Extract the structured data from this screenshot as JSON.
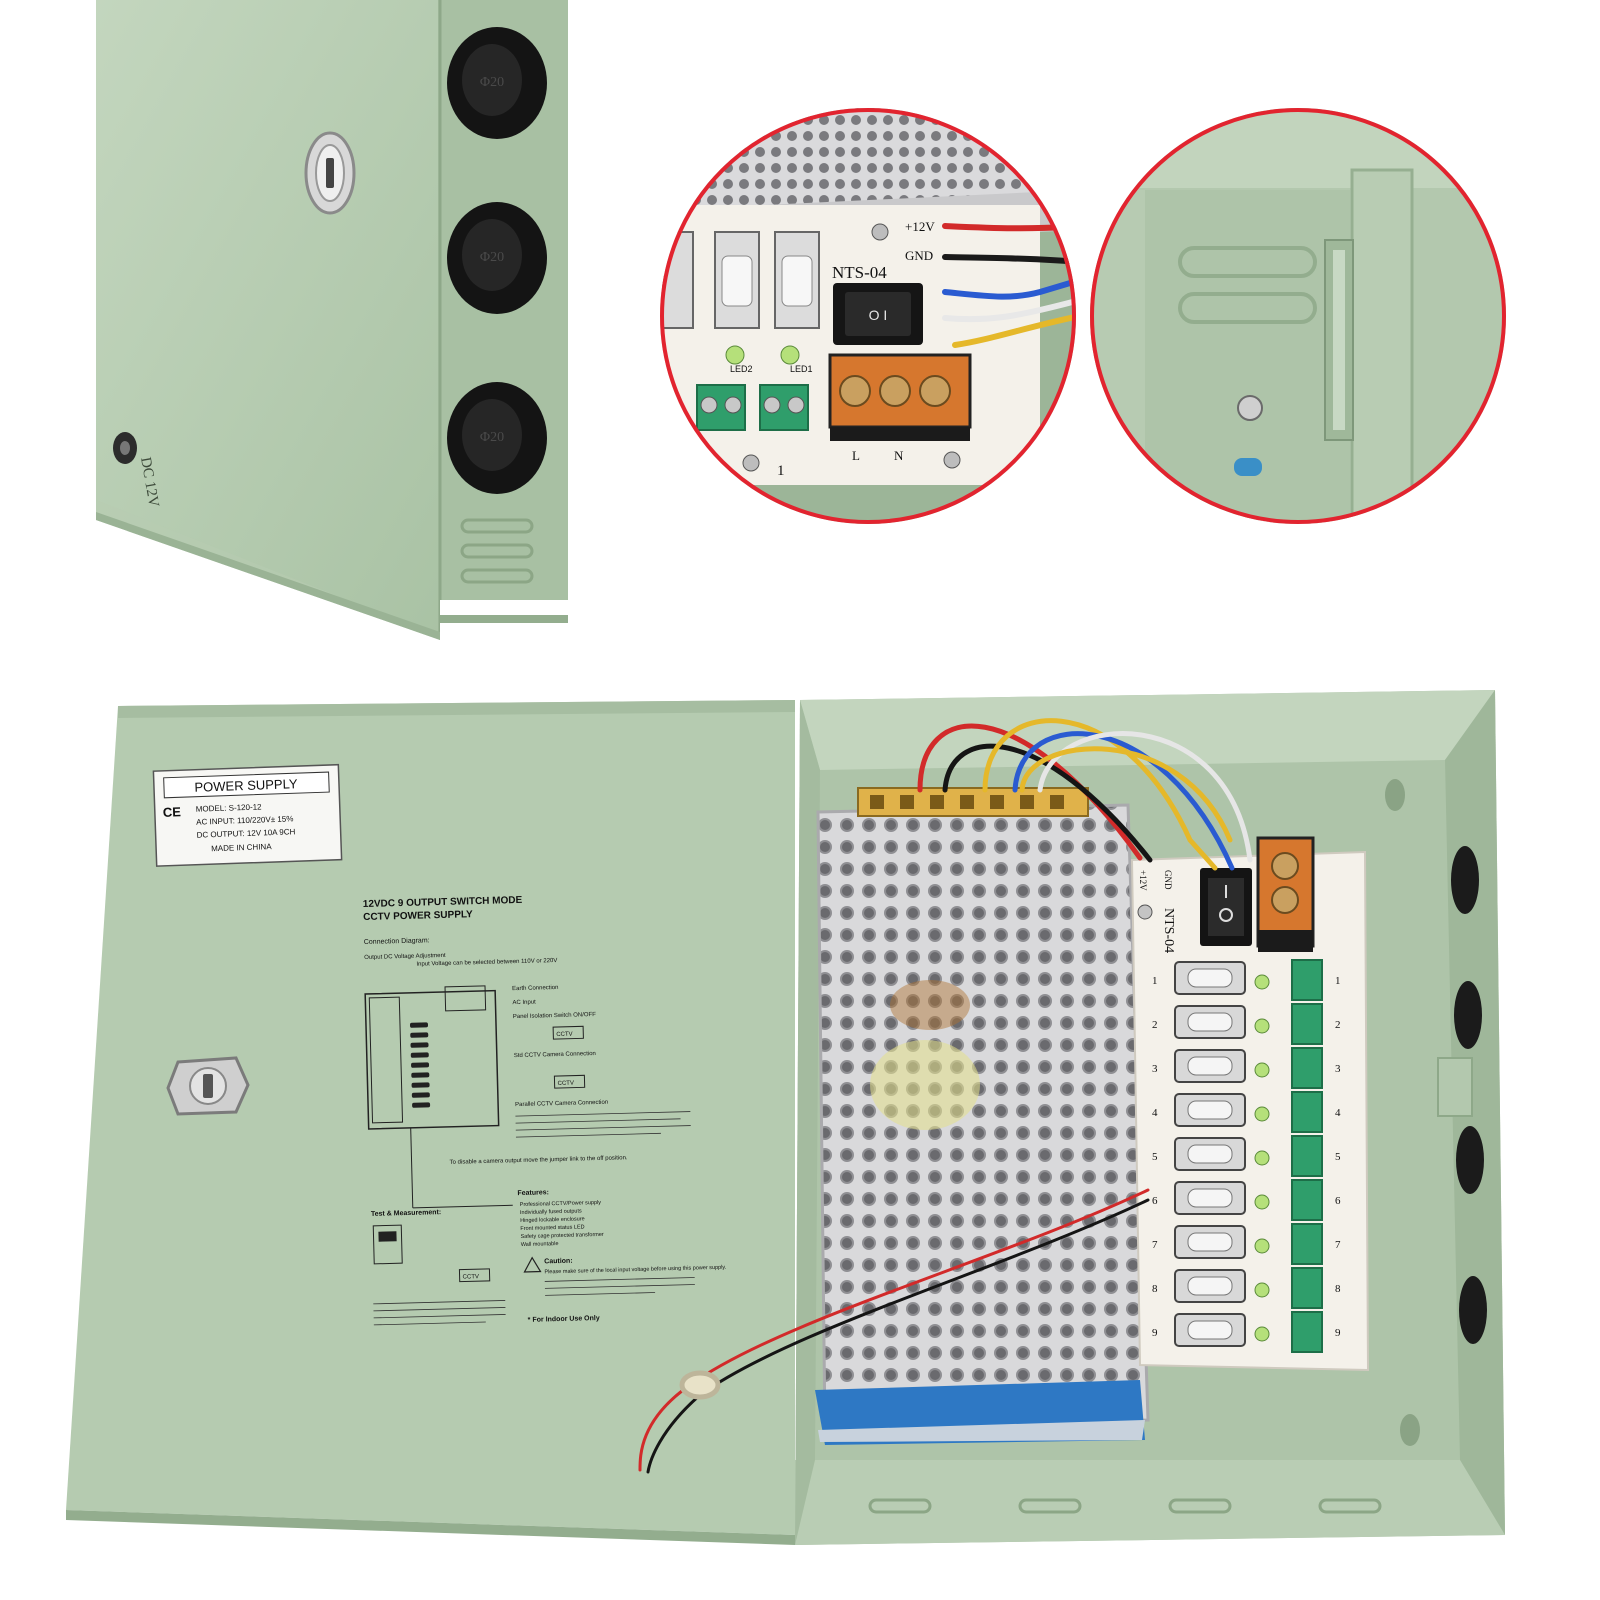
{
  "colors": {
    "box_green": "#b5cbb0",
    "box_green_dark": "#9fb79a",
    "box_green_light": "#c9dac4",
    "highlight_circle": "#e2242f",
    "grommet": "#1c1c1c",
    "pcb": "#f4f1ea",
    "terminal_green": "#2f9e6b",
    "terminal_orange": "#d6772e",
    "mesh_silver": "#d6d6d8"
  },
  "top_left_panel": {
    "port_label": "DC 12V",
    "grommet_labels": [
      "Φ20",
      "Φ20",
      "Φ20"
    ]
  },
  "zoom_board": {
    "model": "NTS-04",
    "wire_plus": "+12V",
    "wire_gnd": "GND",
    "terminal_l": "L",
    "terminal_n": "N",
    "channel_num": "1",
    "led_labels": [
      "LED2",
      "LED1"
    ],
    "switch_symbol": "O  I"
  },
  "zoom_hinge": {},
  "main_box": {
    "label": {
      "title": "POWER SUPPLY",
      "model": "MODEL: S-120-12",
      "ac_input": "AC INPUT: 110/220V± 15%",
      "dc_output": "DC OUTPUT: 12V  10A  9CH",
      "made_in": "MADE IN CHINA"
    },
    "diagram": {
      "heading_line1": "12VDC 9 OUTPUT SWITCH MODE",
      "heading_line2": "CCTV POWER SUPPLY",
      "connection_diagram": "Connection Diagram:",
      "output_adjust": "Output DC Voltage Adjustment",
      "input_select": "Input Voltage can be selected between 110V or 220V",
      "earth": "Earth Connection",
      "ac_input": "AC Input",
      "isolation": "Panel Isolation Switch ON/OFF",
      "std_cctv": "Std CCTV Camera Connection",
      "parallel_cctv": "Parallel CCTV Camera Connection",
      "disable": "To disable a camera output move the jumper link to the off position.",
      "features_title": "Features:",
      "features": [
        "Professional CCTV/Power supply",
        "Individually fused outputs",
        "Hinged lockable enclosure",
        "Front mounted status LED",
        "Safety cage protected transformer",
        "Wall mountable"
      ],
      "test_title": "Test & Measurement:",
      "caution_title": "Caution:",
      "caution_text": "Please make sure of the local input voltage before using this power supply.",
      "indoor": "* For Indoor Use Only",
      "cctv_tag": "CCTV"
    },
    "board": {
      "model": "NTS-04",
      "wire_plus": "+12V",
      "wire_gnd": "GND",
      "channels": [
        "1",
        "2",
        "3",
        "4",
        "5",
        "6",
        "7",
        "8",
        "9"
      ]
    }
  }
}
